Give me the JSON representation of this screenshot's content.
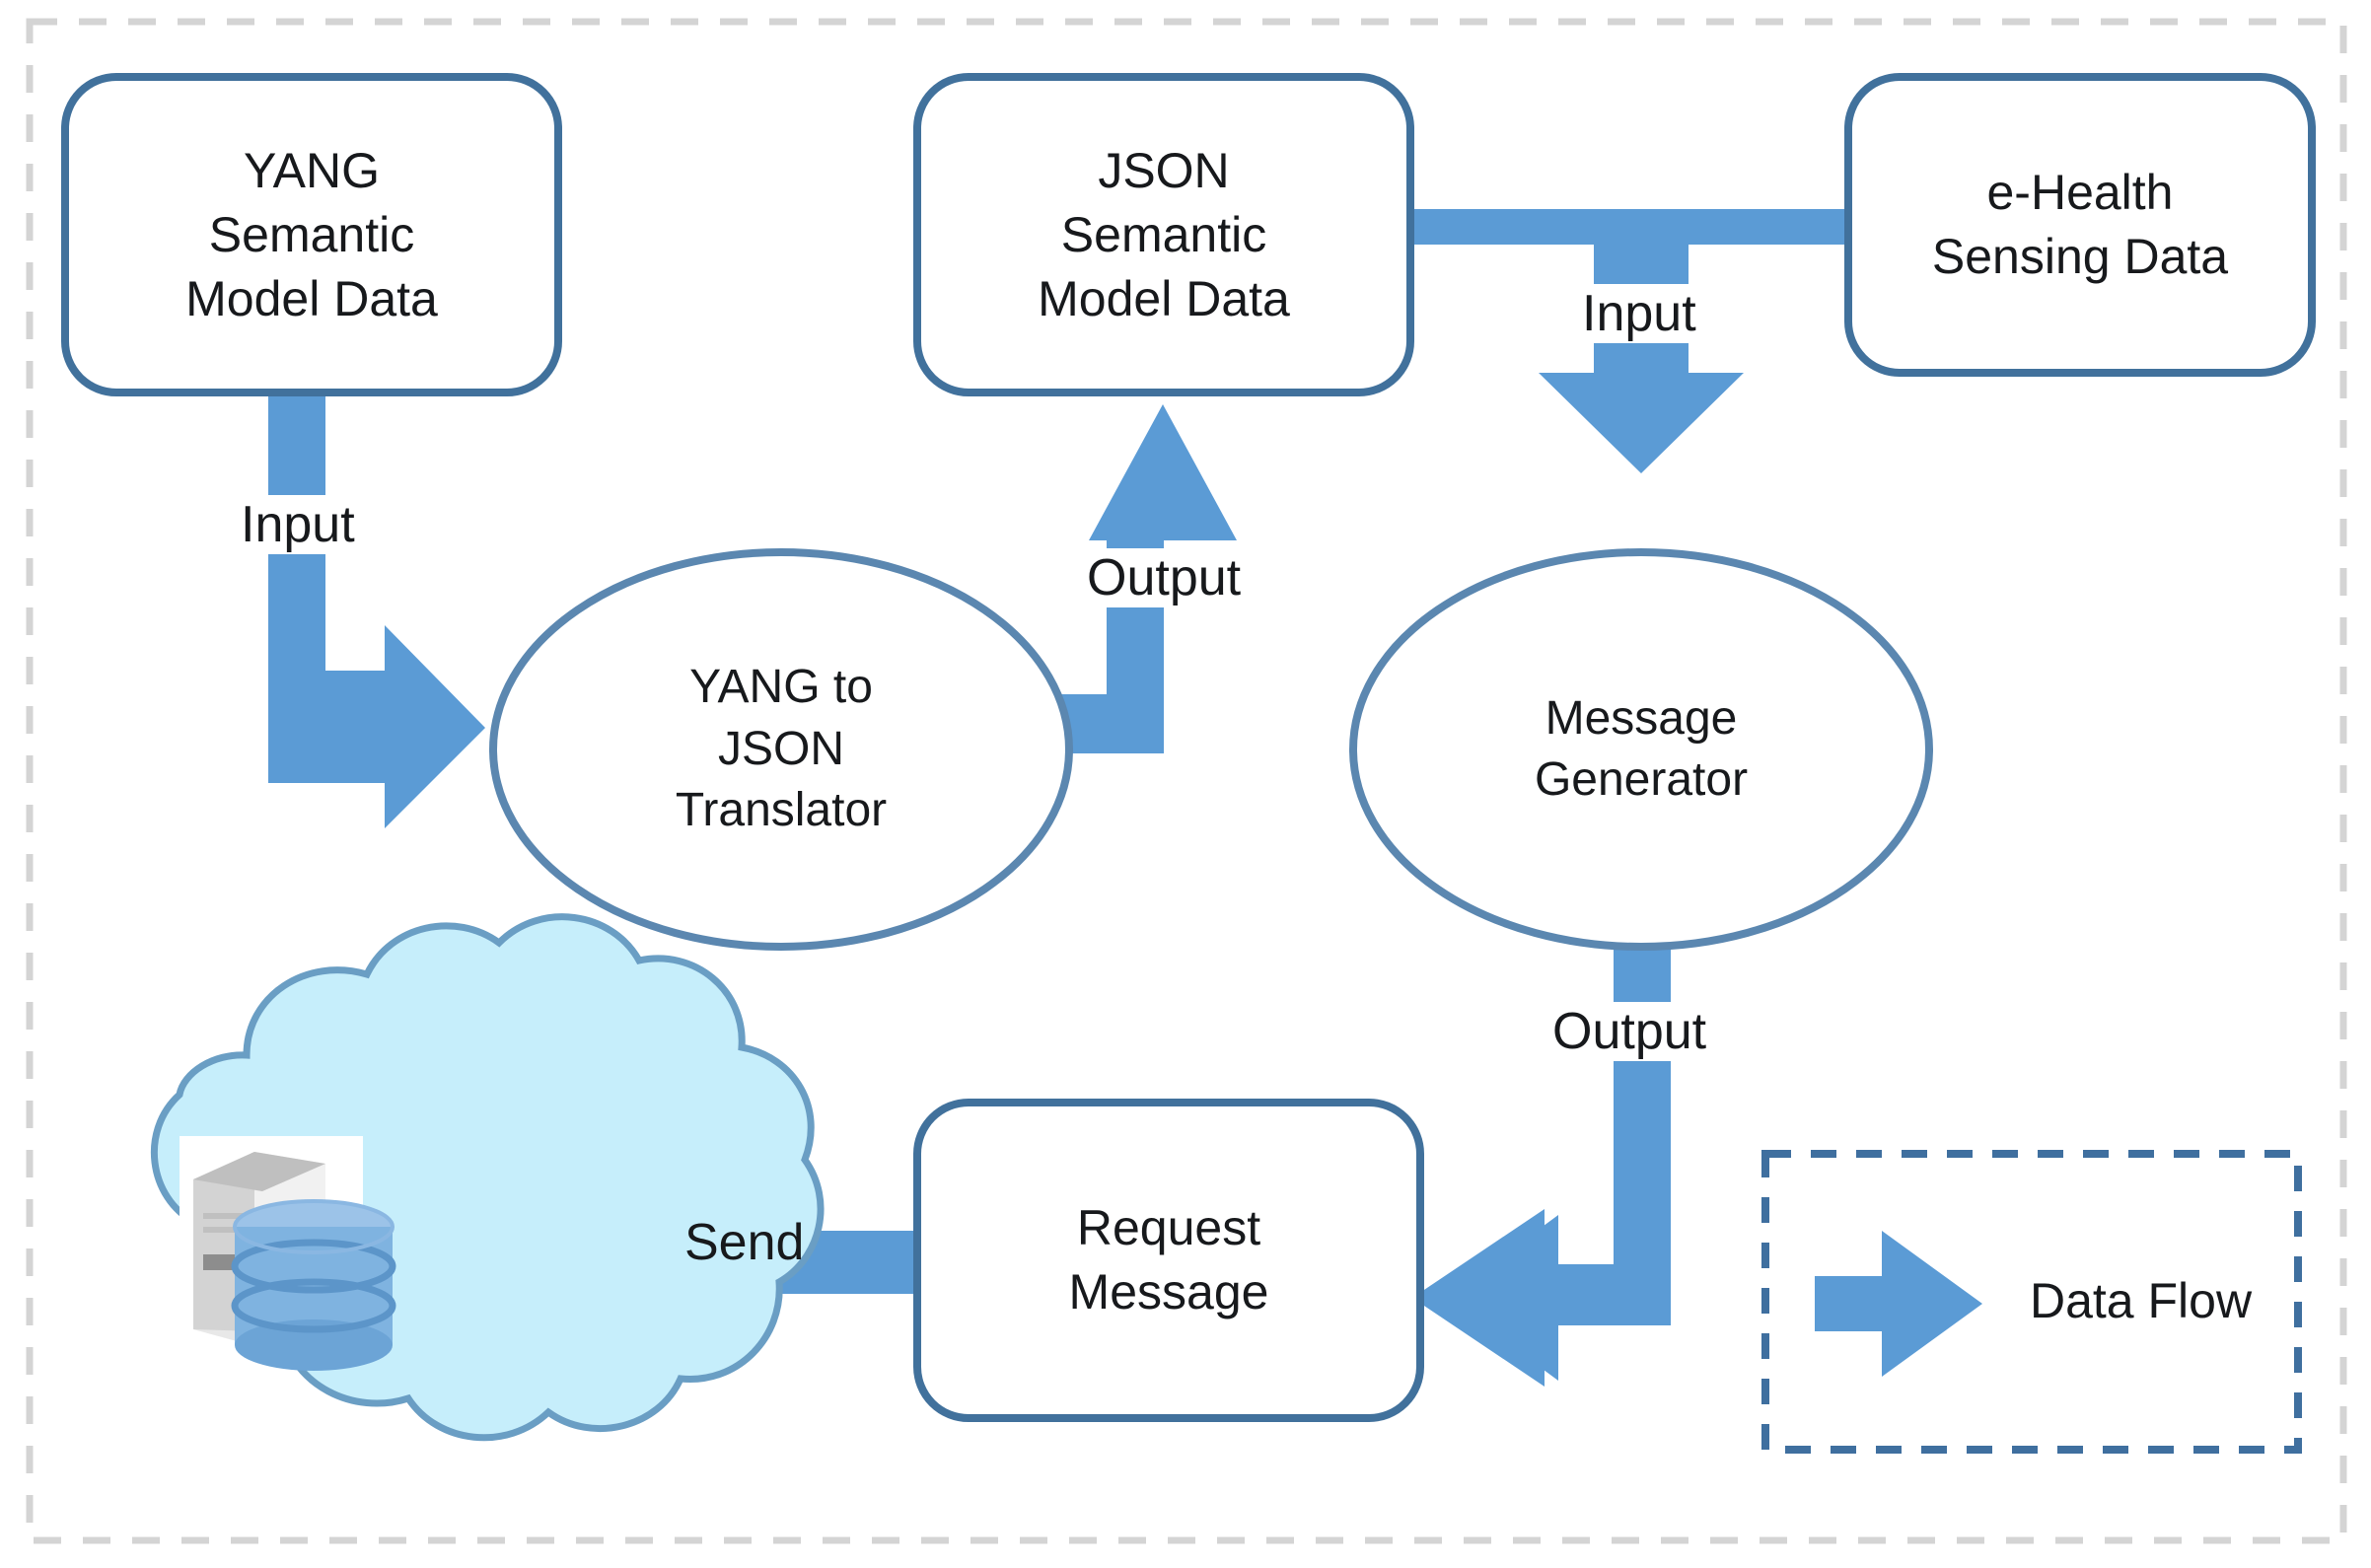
{
  "diagram": {
    "title_text": "",
    "colors": {
      "outer_border": "#d4d4d4",
      "shape_stroke": "#41719c",
      "shape_fill": "#ffffff",
      "arrow_fill": "#5b9bd5",
      "cloud_fill": "#c6eefb",
      "cloud_stroke": "#5b87b0",
      "legend_border": "#3f6f9f",
      "text": "#17191c"
    },
    "nodes": [
      {
        "id": "yang-semantic-model-data",
        "shape": "rounded-rectangle",
        "lines": [
          "YANG",
          "Semantic",
          "Model Data"
        ]
      },
      {
        "id": "json-semantic-model-data",
        "shape": "rounded-rectangle",
        "lines": [
          "JSON",
          "Semantic",
          "Model Data"
        ]
      },
      {
        "id": "ehealth-sensing-data",
        "shape": "rounded-rectangle",
        "lines": [
          "e-Health",
          "Sensing Data"
        ]
      },
      {
        "id": "yang-to-json-translator",
        "shape": "ellipse",
        "lines": [
          "YANG to",
          "JSON",
          "Translator"
        ]
      },
      {
        "id": "message-generator",
        "shape": "ellipse",
        "lines": [
          "Message",
          "Generator"
        ]
      },
      {
        "id": "request-message",
        "shape": "rounded-rectangle",
        "lines": [
          "Request",
          "Message"
        ]
      },
      {
        "id": "cloud-server",
        "shape": "cloud",
        "lines": []
      }
    ],
    "edges": [
      {
        "id": "yang-to-translator",
        "label": "Input",
        "from": "yang-semantic-model-data",
        "to": "yang-to-json-translator"
      },
      {
        "id": "translator-to-json",
        "label": "Output",
        "from": "yang-to-json-translator",
        "to": "json-semantic-model-data"
      },
      {
        "id": "ehealth-to-generator",
        "label": "Input",
        "from": "ehealth-sensing-data",
        "to": "message-generator"
      },
      {
        "id": "generator-to-request",
        "label": "Output",
        "from": "message-generator",
        "to": "request-message"
      },
      {
        "id": "request-to-cloud",
        "label": "Send",
        "from": "request-message",
        "to": "cloud-server"
      },
      {
        "id": "json-to-generator-link",
        "label": "",
        "from": "json-semantic-model-data",
        "to": "ehealth-sensing-data"
      }
    ],
    "legend": {
      "id": "data-flow-legend",
      "label": "Data Flow",
      "icon": "right-arrow-icon"
    }
  }
}
